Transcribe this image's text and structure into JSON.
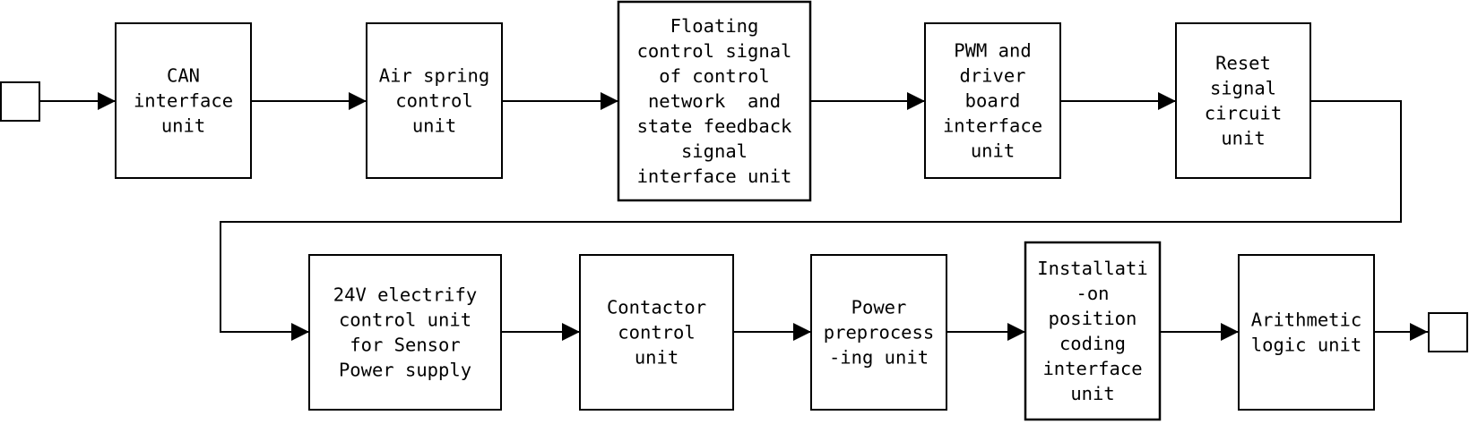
{
  "diagram": {
    "colors": {
      "stroke": "#000000",
      "background": "#ffffff"
    },
    "blocks": [
      {
        "id": "can",
        "lines": [
          "CAN",
          "interface",
          "unit"
        ]
      },
      {
        "id": "air",
        "lines": [
          "Air spring",
          "control",
          "unit"
        ]
      },
      {
        "id": "floating",
        "lines": [
          "Floating",
          "control signal",
          "of control",
          "network  and",
          "state feedback",
          "signal",
          "interface unit"
        ]
      },
      {
        "id": "pwm",
        "lines": [
          "PWM and",
          "driver",
          "board",
          "interface",
          "unit"
        ]
      },
      {
        "id": "reset",
        "lines": [
          "Reset",
          "signal",
          "circuit",
          "unit"
        ]
      },
      {
        "id": "power24",
        "lines": [
          "24V electrify",
          "control unit",
          "for Sensor",
          "Power supply"
        ]
      },
      {
        "id": "contactor",
        "lines": [
          "Contactor",
          "control",
          "unit"
        ]
      },
      {
        "id": "prep",
        "lines": [
          "Power",
          "preprocess",
          "-ing unit"
        ]
      },
      {
        "id": "install",
        "lines": [
          "Installati",
          "-on",
          "position",
          "coding",
          "interface",
          "unit"
        ]
      },
      {
        "id": "alu",
        "lines": [
          "Arithmetic",
          "logic unit"
        ]
      }
    ],
    "terminals": [
      {
        "id": "input",
        "role": "start"
      },
      {
        "id": "output",
        "role": "end"
      }
    ],
    "flow": [
      "input",
      "can",
      "air",
      "floating",
      "pwm",
      "reset",
      "power24",
      "contactor",
      "prep",
      "install",
      "alu",
      "output"
    ]
  }
}
